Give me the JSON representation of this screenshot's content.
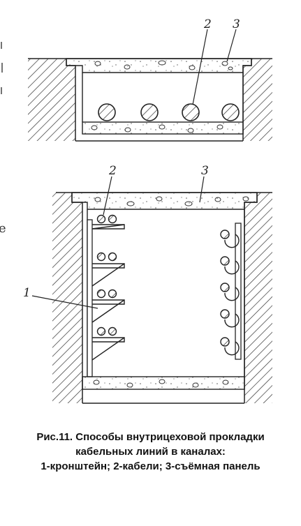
{
  "figure": {
    "top_diagram": {
      "labels": [
        "2",
        "3"
      ]
    },
    "bottom_diagram": {
      "labels": [
        "2",
        "3",
        "1"
      ]
    }
  },
  "caption": {
    "line1": "Рис.11. Способы внутрицеховой прокладки",
    "line2": "кабельных линий в каналах:",
    "line3": "1-кронштейн; 2-кабели; 3-съёмная панель"
  },
  "colors": {
    "ink": "#222222",
    "paper": "#ffffff"
  }
}
